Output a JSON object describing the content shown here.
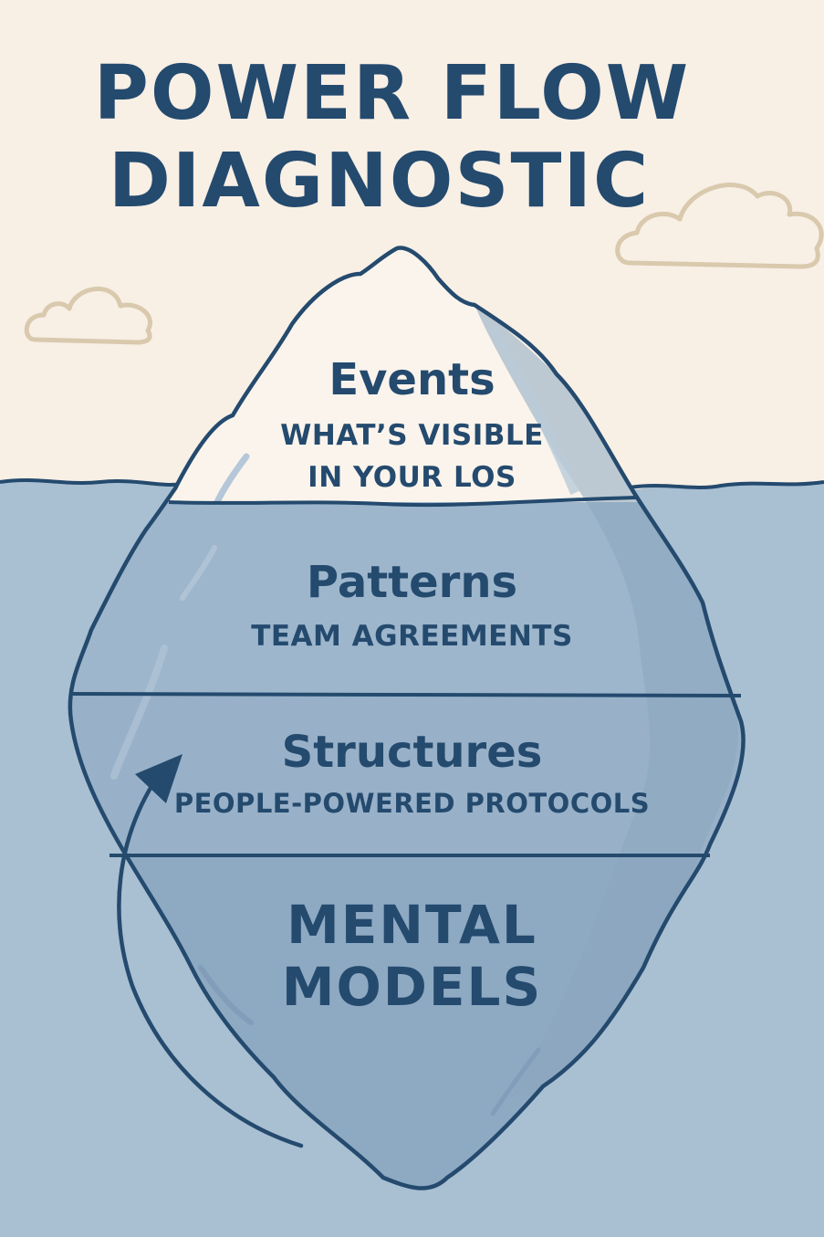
{
  "title": {
    "line1": "POWER FLOW",
    "line2": "DIAGNOSTIC"
  },
  "layers": {
    "events": {
      "title": "Events",
      "subtitle_line1": "WHAT’S VISIBLE",
      "subtitle_line2": "IN YOUR LOS"
    },
    "patterns": {
      "title": "Patterns",
      "subtitle": "TEAM AGREEMENTS"
    },
    "structures": {
      "title": "Structures",
      "subtitle": "PEOPLE-POWERED PROTOCOLS"
    },
    "mental_models": {
      "line1": "MENTAL",
      "line2": "MODELS"
    }
  },
  "colors": {
    "sky": "#f8efe5",
    "water": "#a9bfd2",
    "ink": "#244a6e",
    "cloud": "#d9c9ad"
  },
  "icons": [
    "cloud-icon",
    "iceberg-illustration",
    "curved-arrow-icon"
  ]
}
